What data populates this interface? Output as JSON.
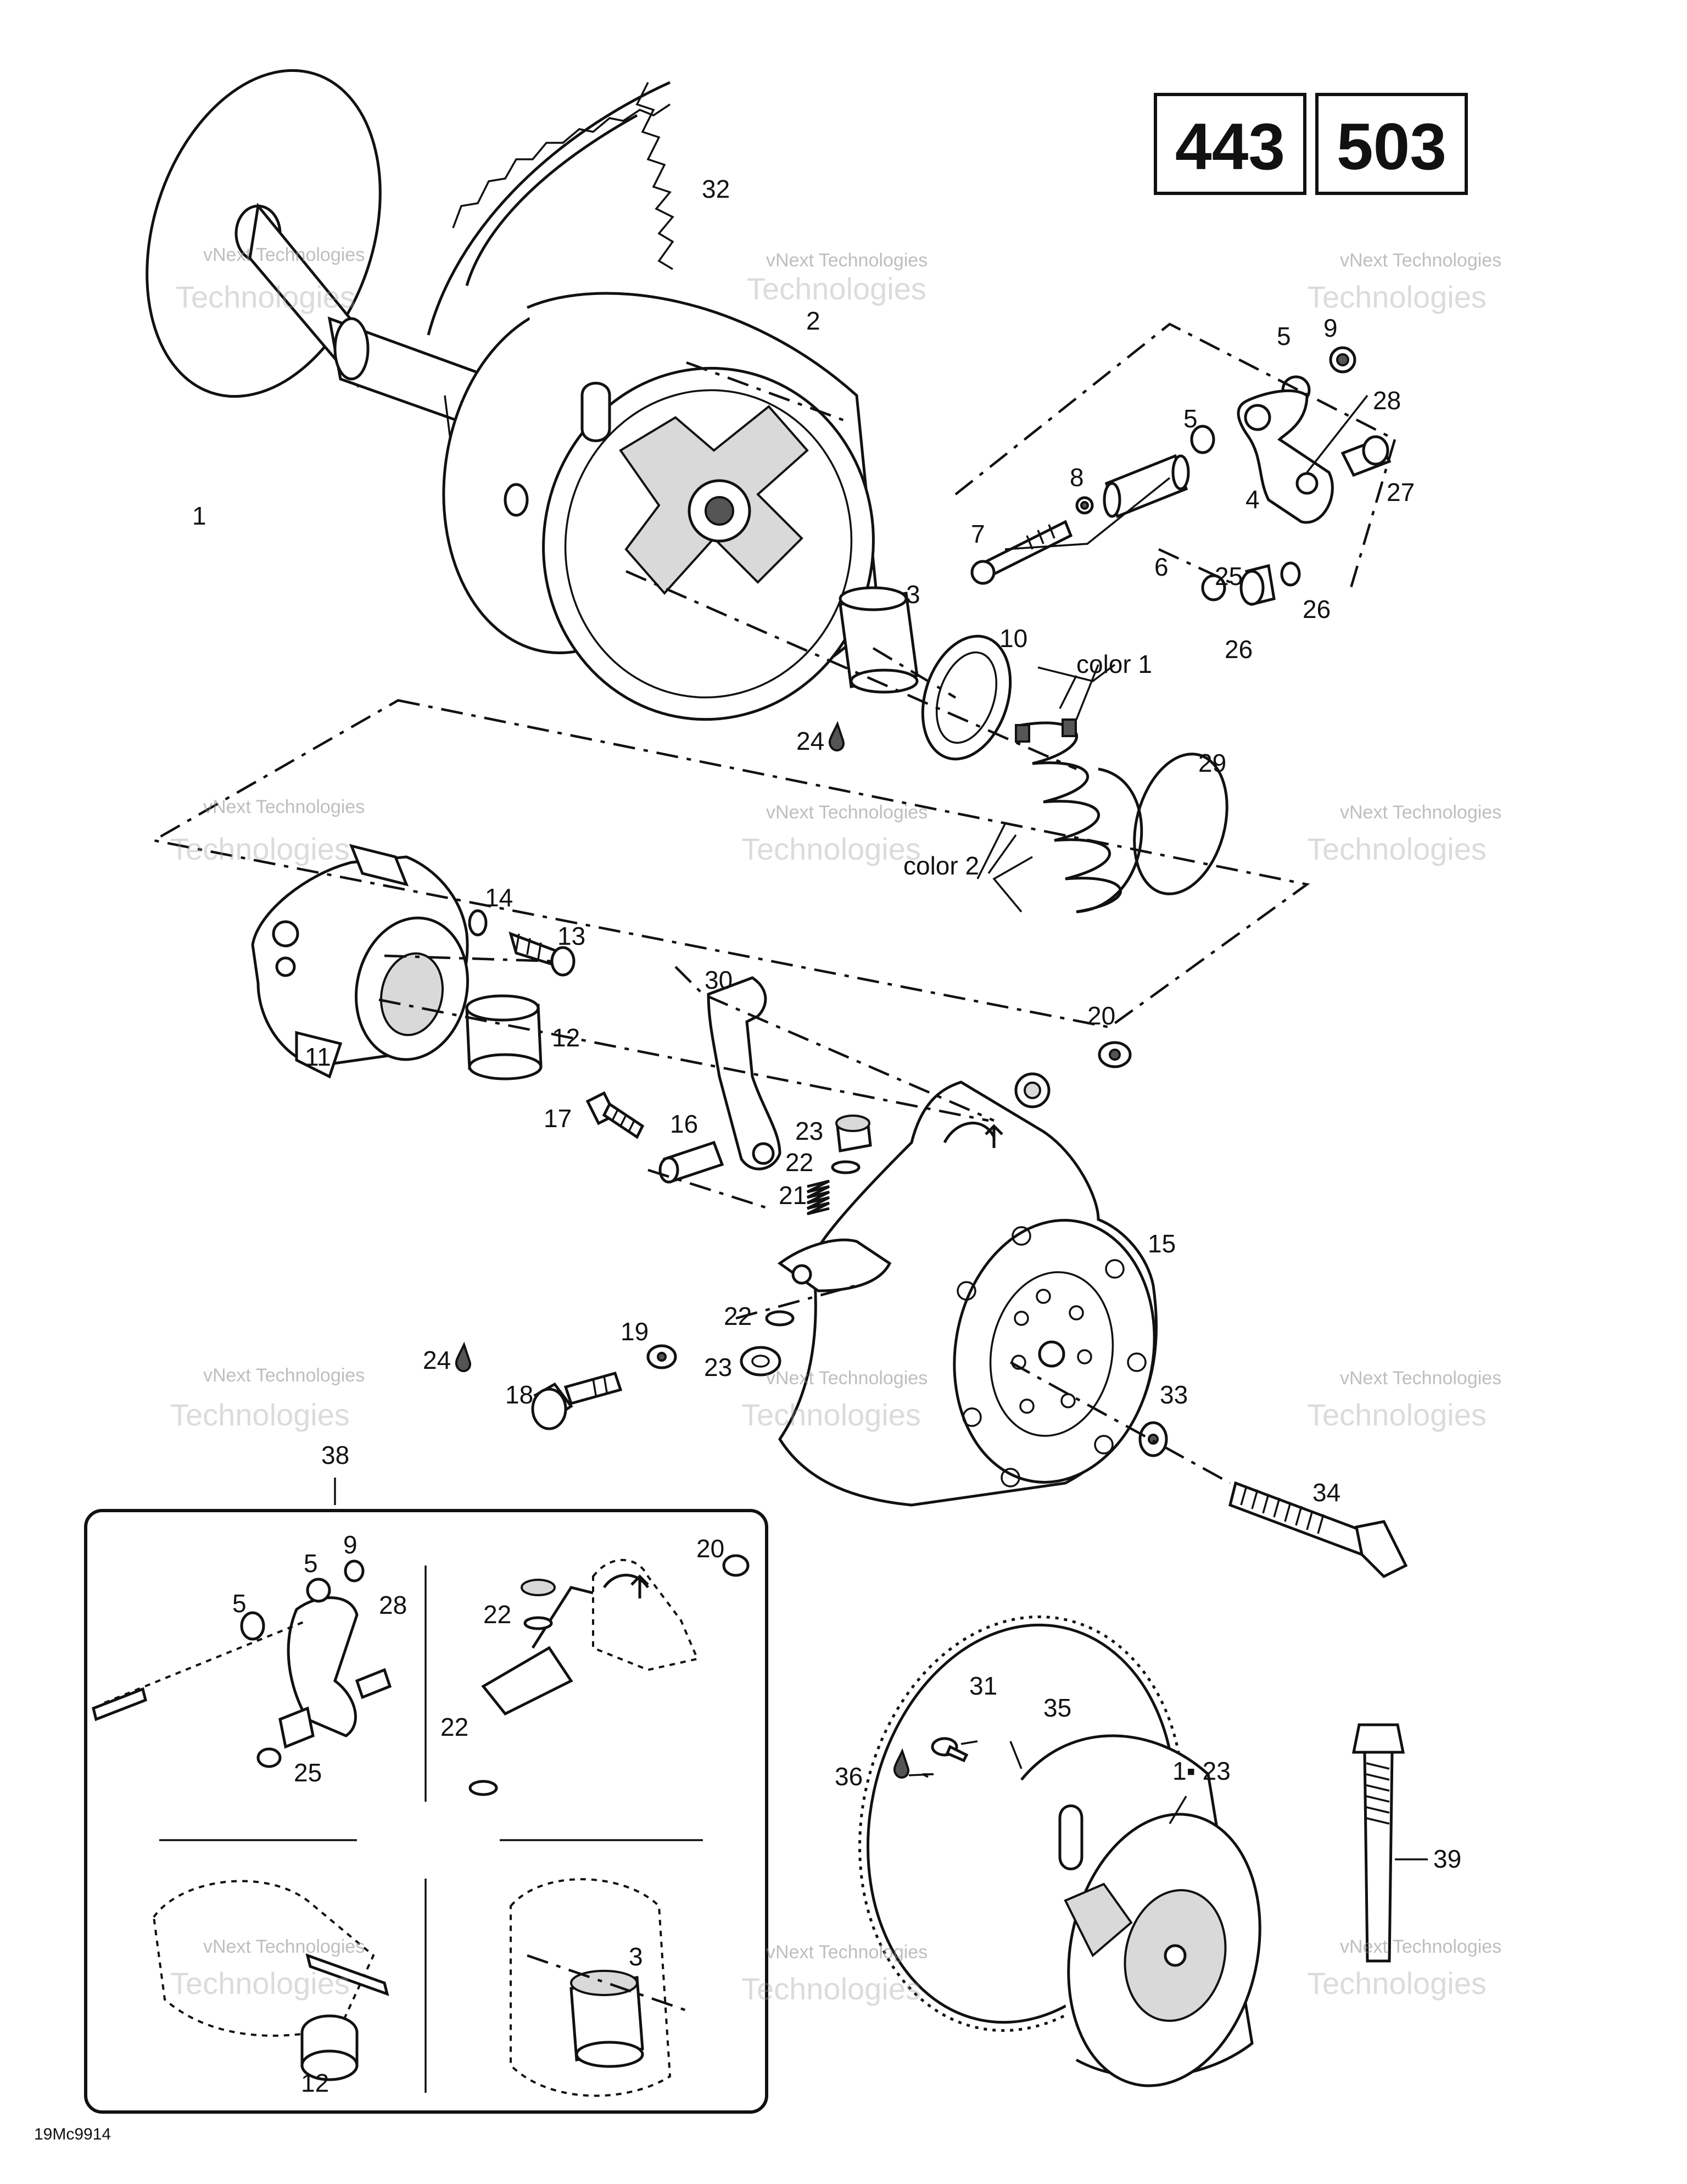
{
  "model_boxes": [
    "443",
    "503"
  ],
  "callouts": {
    "c1": "1",
    "c2": "2",
    "c3": "3",
    "c4": "4",
    "c5a": "5",
    "c5b": "5",
    "c6": "6",
    "c7": "7",
    "c8": "8",
    "c9": "9",
    "c10": "10",
    "c11": "11",
    "c12": "12",
    "c13": "13",
    "c14": "14",
    "c15": "15",
    "c16": "16",
    "c17": "17",
    "c18": "18",
    "c19": "19",
    "c20": "20",
    "c21": "21",
    "c22a": "22",
    "c22b": "22",
    "c23a": "23",
    "c23b": "23",
    "c24a": "24",
    "c24b": "24",
    "c25": "25",
    "c26a": "26",
    "c26b": "26",
    "c27": "27",
    "c28": "28",
    "c29": "29",
    "c30": "30",
    "c31": "31",
    "c32": "32",
    "c33": "33",
    "c34": "34",
    "c35": "35",
    "c36": "36",
    "c38": "38",
    "c39": "39",
    "c1x23": "1▪ 23",
    "color1": "color 1",
    "color2": "color 2",
    "i9": "9",
    "i5a": "5",
    "i5b": "5",
    "i28": "28",
    "i25": "25",
    "i20": "20",
    "i22a": "22",
    "i22b": "22",
    "i3": "3",
    "i12": "12"
  },
  "watermark": {
    "line1": "vNext Technologies",
    "line2": "Technologies",
    "line3": "vNext"
  },
  "figure_ref": "19Mc9914"
}
